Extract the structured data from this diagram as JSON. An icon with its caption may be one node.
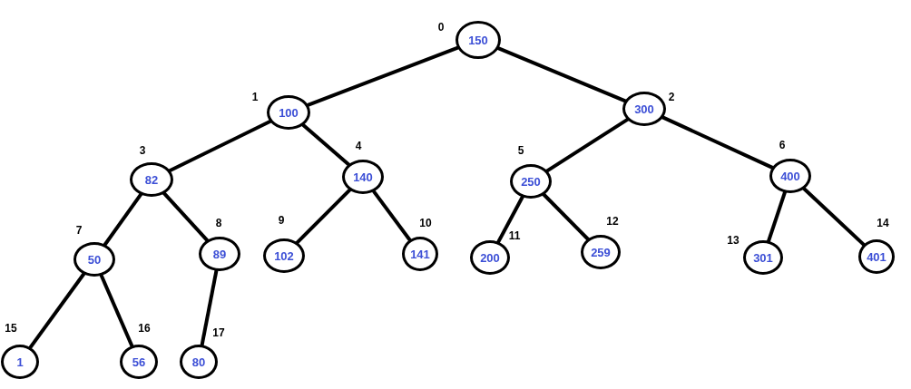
{
  "diagram": {
    "nodes": [
      {
        "text": [
          "150"
        ],
        "beside": [
          "0"
        ]
      },
      {
        "text": [
          "100"
        ],
        "beside": [
          "1"
        ]
      },
      {
        "text": [
          "300"
        ],
        "beside": [
          "2"
        ]
      },
      {
        "text": [
          "82"
        ],
        "beside": [
          "3"
        ]
      },
      {
        "text": [
          "140"
        ],
        "beside": [
          "4"
        ]
      },
      {
        "text": [
          "250"
        ],
        "beside": [
          "5"
        ]
      },
      {
        "text": [
          "400"
        ],
        "beside": [
          "6"
        ]
      },
      {
        "text": [
          "50"
        ],
        "beside": [
          "7"
        ]
      },
      {
        "text": [
          "89"
        ],
        "beside": [
          "8"
        ]
      },
      {
        "text": [
          "102"
        ],
        "beside": [
          "9"
        ]
      },
      {
        "text": [
          "141"
        ],
        "beside": [
          "10"
        ]
      },
      {
        "text": [
          "200"
        ],
        "beside": [
          "11"
        ]
      },
      {
        "text": [
          "259"
        ],
        "beside": [
          "12"
        ]
      },
      {
        "text": [
          "301"
        ],
        "beside": [
          "13"
        ]
      },
      {
        "text": [
          "401"
        ],
        "beside": [
          "14"
        ]
      },
      {
        "text": [
          "1"
        ],
        "beside": [
          "15"
        ]
      },
      {
        "text": [
          "56"
        ],
        "beside": [
          "16"
        ]
      },
      {
        "text": [
          "80"
        ],
        "beside": [
          "17"
        ]
      }
    ],
    "edges": [
      {
        "from": 0,
        "to": 1,
        "arrow": "none"
      },
      {
        "from": 0,
        "to": 2,
        "arrow": "none"
      },
      {
        "from": 1,
        "to": 3,
        "arrow": "none"
      },
      {
        "from": 1,
        "to": 4,
        "arrow": "none"
      },
      {
        "from": 2,
        "to": 5,
        "arrow": "none"
      },
      {
        "from": 2,
        "to": 6,
        "arrow": "none"
      },
      {
        "from": 3,
        "to": 7,
        "arrow": "none"
      },
      {
        "from": 3,
        "to": 8,
        "arrow": "none"
      },
      {
        "from": 4,
        "to": 9,
        "arrow": "none"
      },
      {
        "from": 4,
        "to": 10,
        "arrow": "none"
      },
      {
        "from": 5,
        "to": 11,
        "arrow": "none"
      },
      {
        "from": 5,
        "to": 12,
        "arrow": "none"
      },
      {
        "from": 6,
        "to": 13,
        "arrow": "none"
      },
      {
        "from": 6,
        "to": 14,
        "arrow": "none"
      },
      {
        "from": 7,
        "to": 15,
        "arrow": "none"
      },
      {
        "from": 7,
        "to": 16,
        "arrow": "none"
      },
      {
        "from": 8,
        "to": 17,
        "arrow": "none"
      }
    ]
  }
}
